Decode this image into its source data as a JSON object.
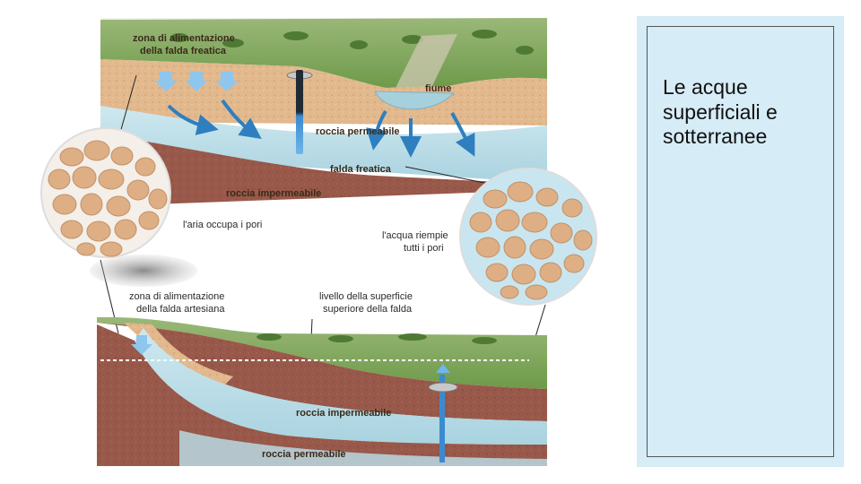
{
  "slide": {
    "title": "Le acque superficiali e sotterranee"
  },
  "diagram_top": {
    "recharge_zone_line1": "zona di alimentazione",
    "recharge_zone_line2": "della falda freatica",
    "river": "fiume",
    "permeable_rock": "roccia permeabile",
    "water_table": "falda freatica",
    "impermeable_rock": "roccia impermeabile"
  },
  "callouts": {
    "air_pores": "l'aria occupa i pori",
    "water_pores_line1": "l'acqua riempie",
    "water_pores_line2": "tutti i pori"
  },
  "diagram_bottom": {
    "recharge_zone_line1": "zona di alimentazione",
    "recharge_zone_line2": "della falda artesiana",
    "level_line1": "livello della superficie",
    "level_line2": "superiore della falda",
    "impermeable_rock": "roccia impermeabile",
    "permeable_rock": "roccia permeabile"
  },
  "colors": {
    "panel_bg": "#d6ecf6",
    "grass": "#7fa85a",
    "sand_layer": "#e3b98f",
    "water_layer": "#bfe0ea",
    "clay_layer": "#9a5a48",
    "arrow_blue": "#2f7fc0"
  },
  "icons": [
    "water-drop-arrow-icon",
    "well-pipe-icon",
    "cloud-icon"
  ]
}
